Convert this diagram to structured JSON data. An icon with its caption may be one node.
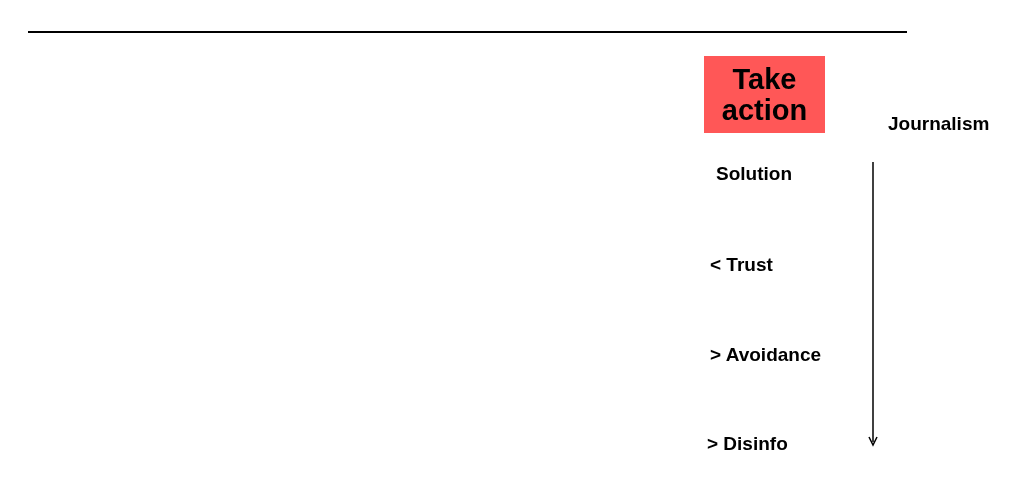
{
  "diagram": {
    "nodes": [
      {
        "text": [
          "Take action"
        ]
      }
    ],
    "labels": [
      "Journalism",
      "Solution",
      "< Trust",
      "> Avoidance",
      "> Disinfo"
    ]
  }
}
